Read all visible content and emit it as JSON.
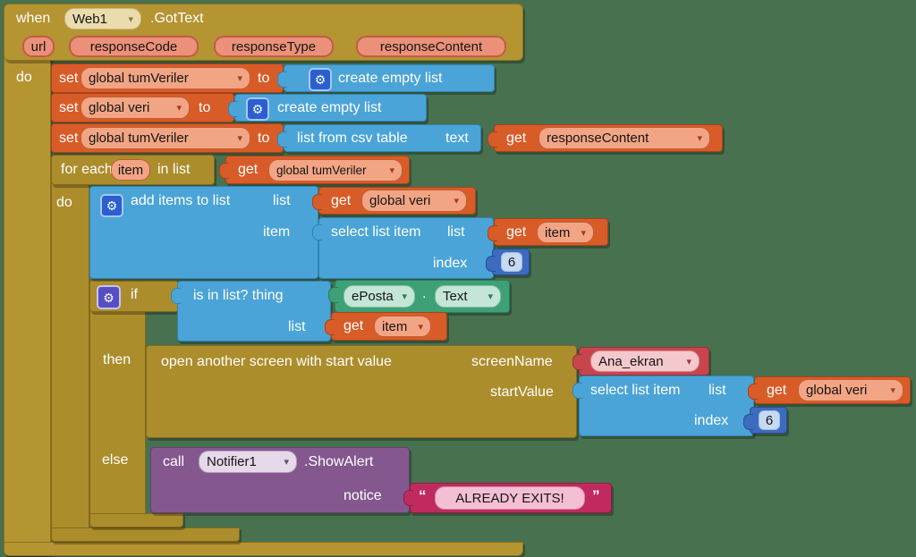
{
  "colors": {
    "background": "#47714F",
    "event_gold": "#B59432",
    "control_gold": "#AC8D2C",
    "variables_orange": "#D85C28",
    "lists_blue": "#4BA4D7",
    "math_blue": "#3D6BC0",
    "component_green": "#3EA077",
    "screen_red": "#C9454E",
    "text_magenta": "#C02A5E",
    "procedure_purple": "#84588F"
  },
  "when": {
    "keyword": "when",
    "component": "Web1",
    "event": ".GotText",
    "params": [
      "url",
      "responseCode",
      "responseType",
      "responseContent"
    ],
    "do_label": "do"
  },
  "set1": {
    "kw": "set",
    "var": "global tumVeriler",
    "to": "to"
  },
  "create1": {
    "label": "create empty list"
  },
  "set2": {
    "kw": "set",
    "var": "global veri",
    "to": "to"
  },
  "create2": {
    "label": "create empty list"
  },
  "set3": {
    "kw": "set",
    "var": "global tumVeriler",
    "to": "to"
  },
  "csv": {
    "label": "list from csv table",
    "arg": "text"
  },
  "get_responseContent": {
    "kw": "get",
    "var": "responseContent"
  },
  "foreach": {
    "kw1": "for each",
    "item": "item",
    "kw2": "in list",
    "do_label": "do"
  },
  "get_tumVeriler": {
    "kw": "get",
    "var": "global tumVeriler"
  },
  "add_items": {
    "label": "add items to list",
    "arg1": "list",
    "arg2": "item"
  },
  "get_veri1": {
    "kw": "get",
    "var": "global veri"
  },
  "select1": {
    "label": "select list item",
    "arg1": "list",
    "arg2": "index"
  },
  "get_item1": {
    "kw": "get",
    "var": "item"
  },
  "num1": {
    "value": "6"
  },
  "if_block": {
    "if": "if",
    "then": "then",
    "else": "else"
  },
  "is_in_list": {
    "label": "is in list? thing",
    "arg": "list"
  },
  "eposta": {
    "component": "ePosta",
    "dot": ".",
    "prop": "Text"
  },
  "get_item2": {
    "kw": "get",
    "var": "item"
  },
  "open_screen": {
    "label": "open another screen with start value",
    "arg1": "screenName",
    "arg2": "startValue"
  },
  "screen_picker": {
    "value": "Ana_ekran"
  },
  "select2": {
    "label": "select list item",
    "arg1": "list",
    "arg2": "index"
  },
  "get_veri2": {
    "kw": "get",
    "var": "global veri"
  },
  "num2": {
    "value": "6"
  },
  "call_alert": {
    "kw": "call",
    "component": "Notifier1",
    "method": ".ShowAlert",
    "arg": "notice"
  },
  "alert_text": {
    "open_quote": "“",
    "value": "ALREADY EXITS!",
    "close_quote": "”"
  },
  "icons": {
    "gear": "⚙",
    "dropdown": "▾"
  }
}
